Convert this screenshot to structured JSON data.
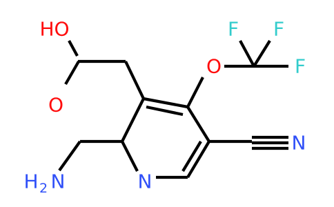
{
  "molecule": {
    "atoms": {
      "ho": "HO",
      "o_carbonyl": "O",
      "o_ether": "O",
      "f1": "F",
      "f2": "F",
      "f3": "F",
      "n_ring": "N",
      "n_nitrile": "N",
      "nh2_main": "H",
      "nh2_sub": "2",
      "nh2_n": "N"
    },
    "colors": {
      "oxygen": "#ff0d0d",
      "fluorine": "#33cccc",
      "nitrogen": "#3050f8",
      "carbon": "#000000"
    }
  }
}
